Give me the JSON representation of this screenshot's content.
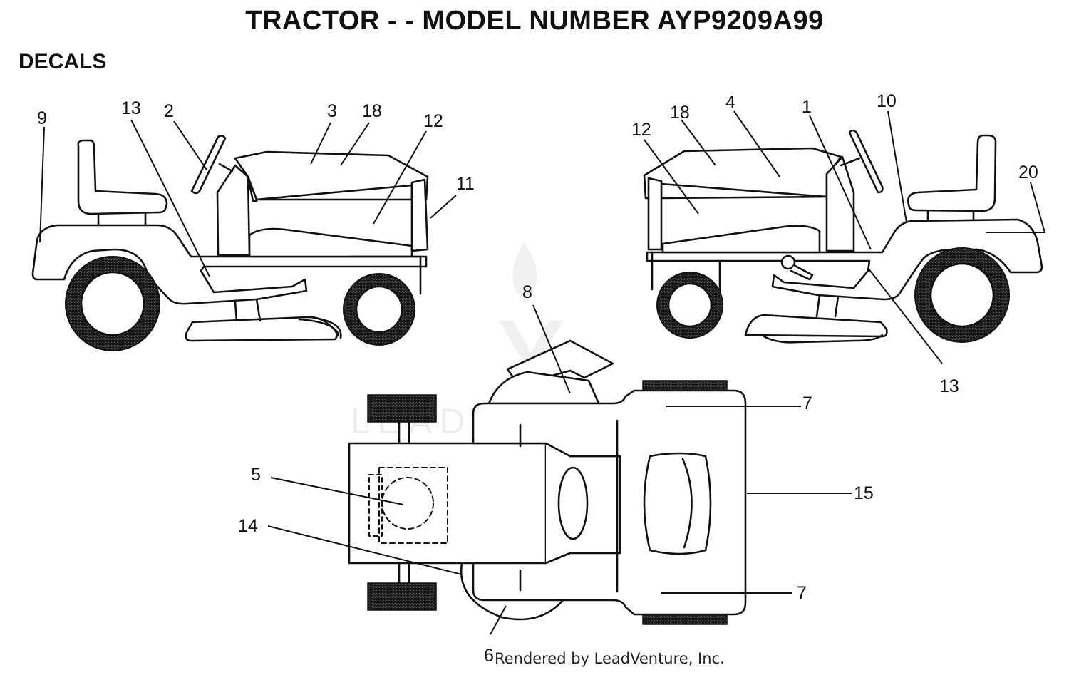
{
  "header": {
    "title": "TRACTOR - - MODEL NUMBER AYP9209A99",
    "section": "DECALS"
  },
  "watermark": "LEADVENTURE",
  "footer": "Rendered by LeadVenture, Inc.",
  "colors": {
    "line": "#111111",
    "tire": "#222222",
    "background": "#ffffff"
  },
  "callouts": {
    "left_view": [
      "9",
      "13",
      "2",
      "3",
      "18",
      "12",
      "11"
    ],
    "right_view": [
      "12",
      "18",
      "4",
      "1",
      "10",
      "20",
      "13"
    ],
    "top_view": [
      "8",
      "7",
      "5",
      "15",
      "14",
      "7",
      "6"
    ]
  }
}
